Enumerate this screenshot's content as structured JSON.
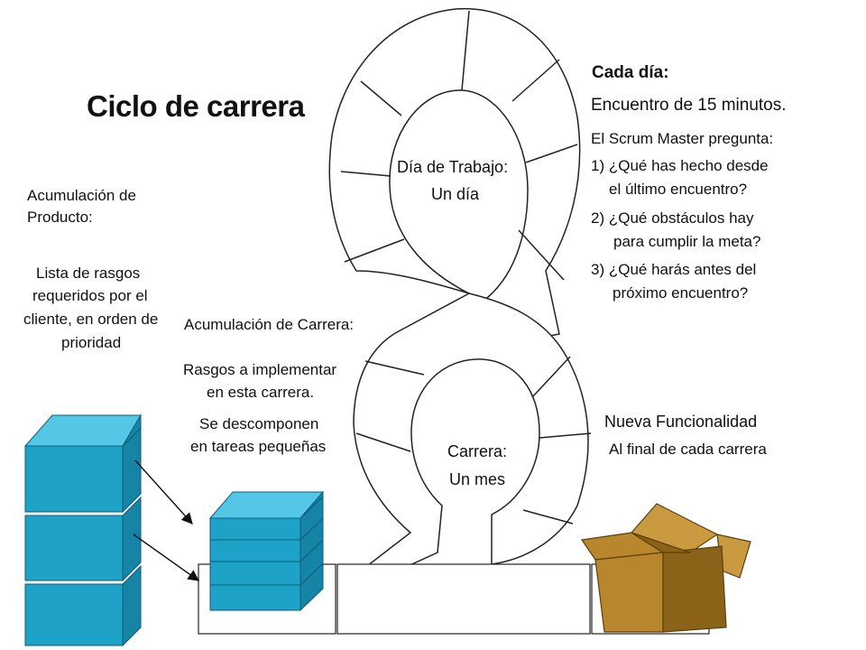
{
  "title": "Ciclo de carrera",
  "product_backlog": {
    "heading_line1": "Acumulación de",
    "heading_line2": "Producto:",
    "desc_line1": "Lista de rasgos",
    "desc_line2": "requeridos por el",
    "desc_line3": "cliente, en orden de",
    "desc_line4": "prioridad"
  },
  "sprint_backlog": {
    "heading": "Acumulación de Carrera:",
    "desc_line1": "Rasgos a implementar",
    "desc_line2": "en esta carrera.",
    "desc_line3": "Se descomponen",
    "desc_line4": "en tareas pequeñas"
  },
  "daily_cycle": {
    "line1": "Día de Trabajo:",
    "line2": "Un día"
  },
  "sprint_cycle": {
    "line1": "Carrera:",
    "line2": "Un mes"
  },
  "daily_meeting": {
    "heading": "Cada día:",
    "line1": "Encuentro de 15 minutos.",
    "line2": "El Scrum Master pregunta:",
    "q1_line1": "1) ¿Qué has hecho desde",
    "q1_line2": "el último encuentro?",
    "q2_line1": "2) ¿Qué obstáculos hay",
    "q2_line2": "para cumplir la meta?",
    "q3_line1": "3) ¿Qué harás antes del",
    "q3_line2": "próximo encuentro?"
  },
  "new_functionality": {
    "line1": "Nueva Funcionalidad",
    "line2": "Al final de cada carrera"
  },
  "colors": {
    "block_front": "#1fa2c7",
    "block_top": "#54c6e6",
    "block_side": "#1584a6",
    "box": "#b8862c",
    "box_dark": "#8a6218",
    "stroke": "#222222"
  }
}
